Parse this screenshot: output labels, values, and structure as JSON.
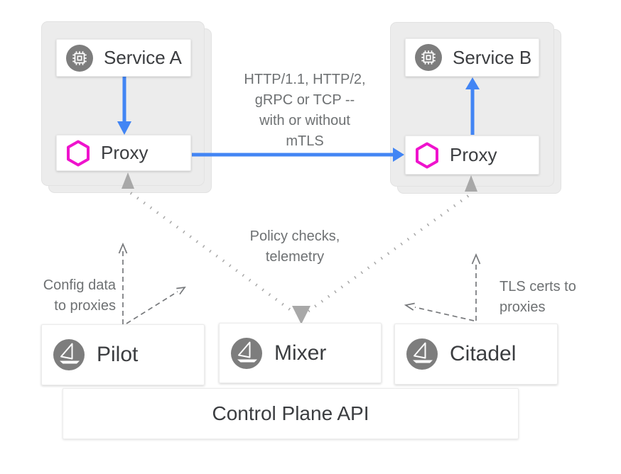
{
  "title": "Istio service mesh architecture diagram",
  "colors": {
    "accent_blue": "#4285f4",
    "proxy_magenta": "#ef13cd",
    "icon_gray": "#7d7d7d",
    "dotted_gray": "#a8a8a8",
    "dashed_gray": "#77797c",
    "pod_fill": "#ececec",
    "annotation_gray": "#6e7173"
  },
  "pods": {
    "a": {
      "service": "Service A",
      "proxy": "Proxy"
    },
    "b": {
      "service": "Service B",
      "proxy": "Proxy"
    }
  },
  "control_plane": {
    "pilot": "Pilot",
    "mixer": "Mixer",
    "citadel": "Citadel",
    "api": "Control Plane API"
  },
  "annotations": {
    "http": [
      "HTTP/1.1, HTTP/2,",
      "gRPC or TCP --",
      "with or without",
      "mTLS"
    ],
    "policy": [
      "Policy checks,",
      "telemetry"
    ],
    "config": [
      "Config data",
      "to proxies"
    ],
    "tls": [
      "TLS certs to",
      "proxies"
    ]
  },
  "icons": {
    "service": "microchip-icon",
    "proxy": "hexagon-icon",
    "control": "istio-sail-icon"
  }
}
